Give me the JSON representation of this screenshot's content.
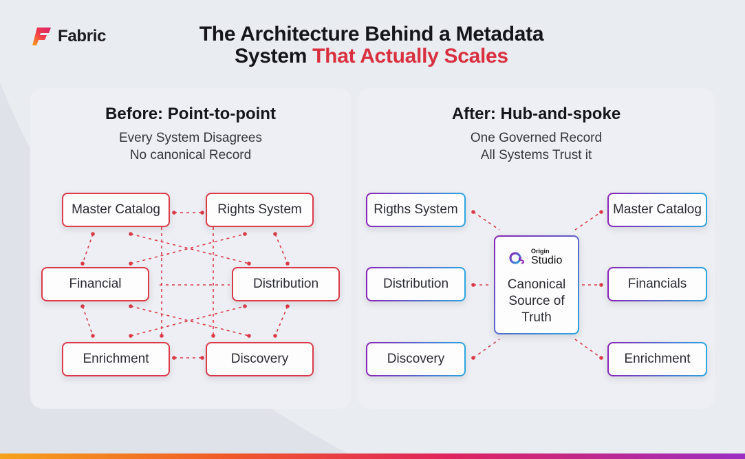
{
  "brand": {
    "name": "Fabric"
  },
  "header": {
    "title_line1": "The Architecture Behind a Metadata",
    "title_line2_plain": "System ",
    "title_line2_accent": "That Actually Scales"
  },
  "colors": {
    "accent_red": "#d9303f",
    "node_red": "#dc3a48",
    "gradient_purple": "#8a24b8",
    "gradient_blue": "#2aa6e0"
  },
  "before": {
    "heading": "Before: Point-to-point",
    "subtitle_line1": "Every System Disagrees",
    "subtitle_line2": "No canonical Record",
    "nodes": {
      "master_catalog": "Master Catalog",
      "rights_system": "Rights System",
      "financial": "Financial",
      "distribution": "Distribution",
      "enrichment": "Enrichment",
      "discovery": "Discovery"
    }
  },
  "after": {
    "heading": "After: Hub-and-spoke",
    "subtitle_line1": "One Governed Record",
    "subtitle_line2": "All Systems Trust it",
    "hub": {
      "brand_small": "Origin",
      "brand_big": "Studio",
      "line1": "Canonical",
      "line2": "Source of",
      "line3": "Truth"
    },
    "nodes": {
      "rights_system": "Rigths System",
      "distribution": "Distribution",
      "discovery": "Discovery",
      "master_catalog": "Master Catalog",
      "financials": "Financials",
      "enrichment": "Enrichment"
    }
  }
}
